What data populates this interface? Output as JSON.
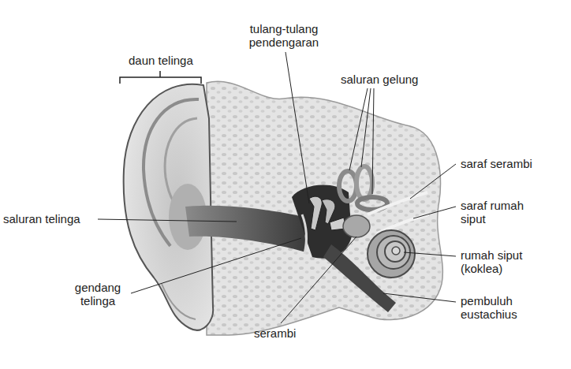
{
  "diagram": {
    "labels": [
      "daun telinga",
      "tulang-tulang pendengaran",
      "saluran gelung",
      "saraf serambi",
      "saraf rumah siput",
      "rumah siput (koklea)",
      "pembuluh eustachius",
      "serambi",
      "gendang telinga",
      "saluran telinga"
    ]
  }
}
